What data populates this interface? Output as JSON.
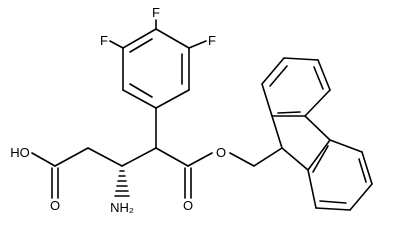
{
  "molecule": {
    "atoms": {
      "f_top": "F",
      "f_left": "F",
      "f_right": "F",
      "ho": "HO",
      "o_carbonyl_left": "O",
      "o_ester": "O",
      "o_carbonyl_right": "O",
      "nh2": "NH₂"
    }
  },
  "colors": {
    "bond": "#000000",
    "label": "#000000",
    "background": "#ffffff"
  }
}
